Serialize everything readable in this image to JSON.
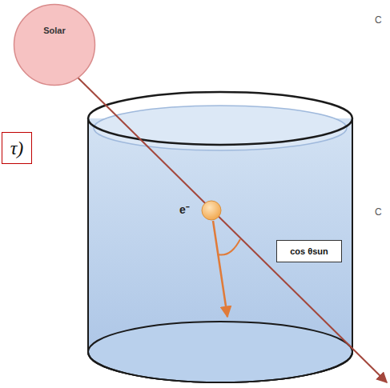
{
  "diagram": {
    "nodes": [
      {
        "text": [
          "Solar"
        ]
      },
      {
        "text": [
          "τ)"
        ]
      },
      {
        "text": [
          "cos θsun"
        ]
      }
    ],
    "labels": [
      "e⁻",
      "C",
      "C"
    ]
  }
}
